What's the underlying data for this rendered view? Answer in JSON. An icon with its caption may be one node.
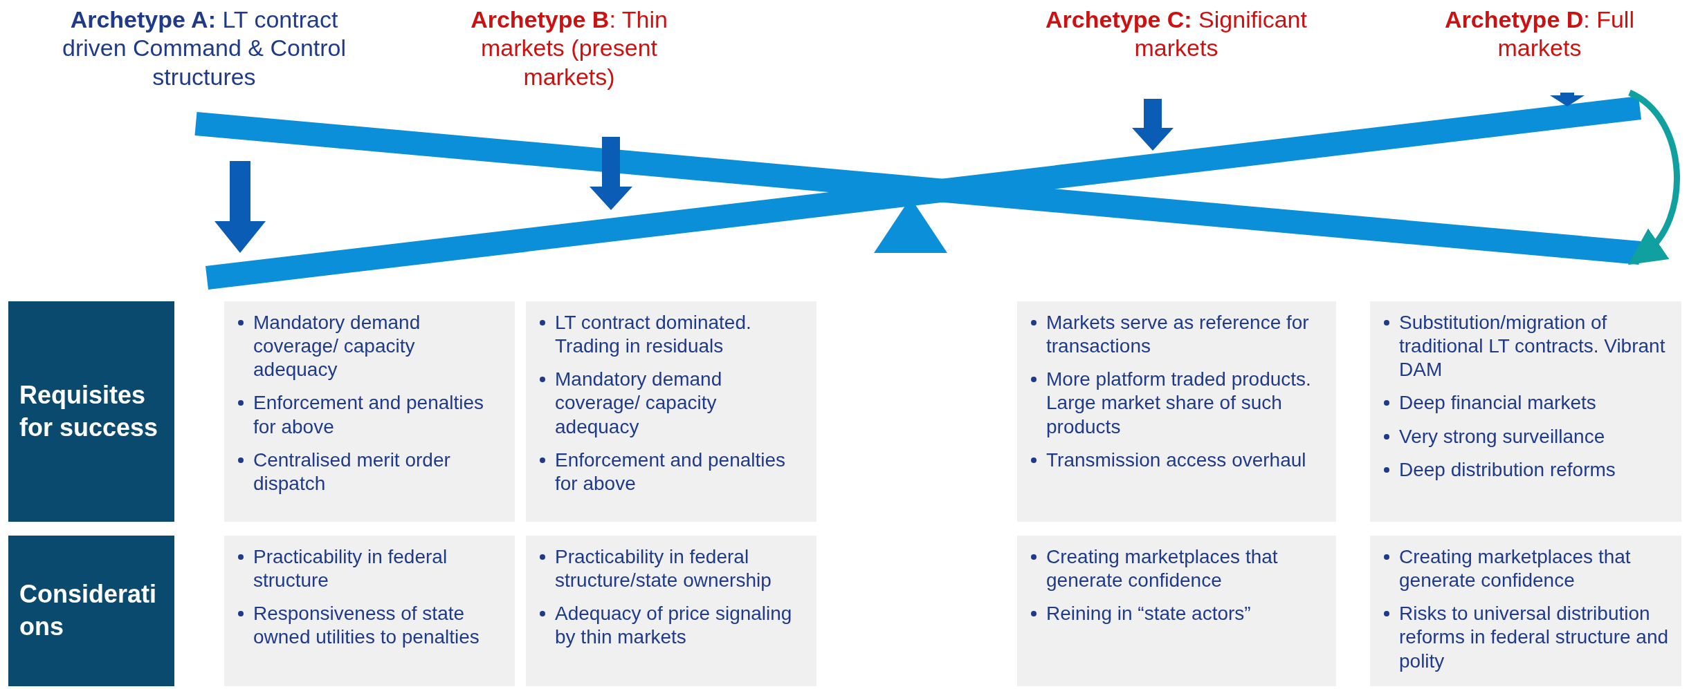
{
  "diagram": {
    "nodes": [
      {
        "text": [
          "Requisites for success"
        ]
      },
      {
        "text": [
          "Mandatory demand coverage/ capacity adequacy",
          "Enforcement and penalties for above",
          "Centralised merit order dispatch"
        ]
      },
      {
        "text": [
          "LT contract dominated. Trading in residuals",
          "Mandatory demand coverage/ capacity adequacy",
          "Enforcement and penalties for above"
        ]
      },
      {
        "text": [
          "Markets serve as reference for transactions",
          "More platform traded products. Large market share of such products",
          "Transmission access overhaul"
        ]
      },
      {
        "text": [
          "Substitution/migration of traditional LT contracts. Vibrant DAM",
          "Deep financial markets",
          "Very strong surveillance",
          "Deep distribution reforms"
        ]
      },
      {
        "text": [
          "Considerations"
        ]
      },
      {
        "text": [
          "Practicability in federal structure",
          "Responsiveness of state owned utilities to penalties"
        ]
      },
      {
        "text": [
          "Practicability in federal structure/state ownership",
          "Adequacy of price signaling by thin markets"
        ]
      },
      {
        "text": [
          "Creating marketplaces that generate confidence",
          "Reining in “state actors”"
        ]
      },
      {
        "text": [
          "Creating marketplaces that generate confidence",
          "Risks to universal distribution reforms in federal structure and polity"
        ]
      },
      {
        "text": [],
        "shape": "triangle"
      }
    ],
    "labels": [
      "**Archetype A:** LT contract driven Command & Control structures",
      "**Archetype B**: Thin markets (present markets)",
      "**Archetype C:** Significant markets",
      "**Archetype D**: Full markets"
    ]
  }
}
